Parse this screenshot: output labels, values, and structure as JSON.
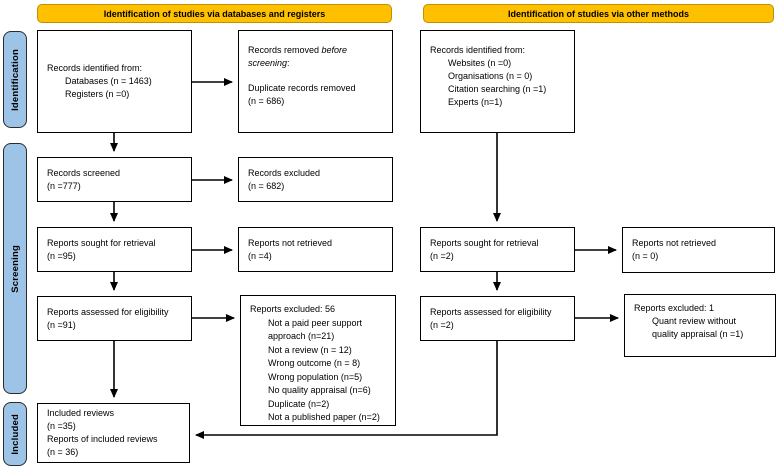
{
  "colors": {
    "banner_fill": "#FFC000",
    "banner_border": "#BF9000",
    "sidebar_fill": "#9DC3E6",
    "sidebar_border": "#2b2b2b",
    "box_border": "#000000",
    "arrow": "#000000",
    "text": "#000000",
    "background": "#FFFFFF"
  },
  "banners": {
    "databases": "Identification of studies via databases and registers",
    "other": "Identification of studies via other methods"
  },
  "sidebar": {
    "identification": "Identification",
    "screening": "Screening",
    "included": "Included"
  },
  "boxes": {
    "records_identified_db": {
      "line1": "Records identified from:",
      "line2": "Databases (n = 1463)",
      "line3": "Registers (n =0)"
    },
    "records_removed": {
      "prefix": "Records removed ",
      "italic": "before screening",
      "colon": ":",
      "line2": "Duplicate records removed",
      "line3": "(n = 686)"
    },
    "records_screened": {
      "line1": "Records screened",
      "line2": "(n =777)"
    },
    "records_excluded": {
      "line1": "Records excluded",
      "line2": "(n = 682)"
    },
    "reports_sought_db": {
      "line1": "Reports sought for retrieval",
      "line2": "(n =95)"
    },
    "reports_not_retrieved_db": {
      "line1": "Reports not retrieved",
      "line2": "(n =4)"
    },
    "reports_assessed_db": {
      "line1": "Reports assessed for eligibility",
      "line2": "(n =91)"
    },
    "reports_excluded_db": {
      "title": "Reports excluded: 56",
      "items": [
        "Not a paid peer support",
        "approach (n=21)",
        "Not a review (n = 12)",
        "Wrong outcome (n = 8)",
        "Wrong population (n=5)",
        "No quality appraisal (n=6)",
        "Duplicate (n=2)",
        "Not a published paper (n=2)"
      ]
    },
    "included_reviews": {
      "line1": "Included reviews",
      "line2": "(n =35)",
      "line3": "Reports of included reviews",
      "line4": "(n = 36)"
    },
    "records_identified_other": {
      "line1": "Records identified from:",
      "line2": "Websites (n =0)",
      "line3": "Organisations (n = 0)",
      "line4": "Citation searching (n =1)",
      "line5": "Experts (n=1)"
    },
    "reports_sought_other": {
      "line1": "Reports sought for retrieval",
      "line2": "(n =2)"
    },
    "reports_not_retrieved_other": {
      "line1": "Reports not retrieved",
      "line2": "(n = 0)"
    },
    "reports_assessed_other": {
      "line1": "Reports assessed for eligibility",
      "line2": "(n =2)"
    },
    "reports_excluded_other": {
      "title": "Reports excluded: 1",
      "items": [
        "Quant review without",
        "quality appraisal (n =1)"
      ]
    }
  }
}
